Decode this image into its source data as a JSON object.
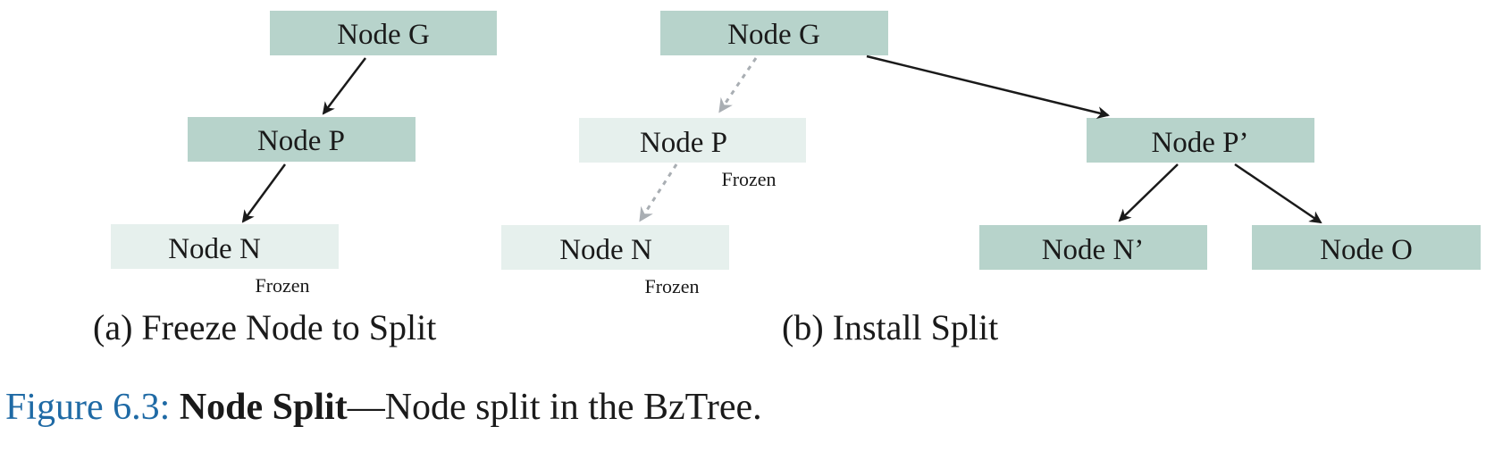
{
  "colors": {
    "node_active": "#b7d3cb",
    "node_frozen": "#e6f0ed",
    "arrow_solid": "#1a1a1a",
    "arrow_dashed": "#a9aeb3",
    "figure_number": "#1f6aa5"
  },
  "panel_a": {
    "caption": "(a) Freeze Node to Split",
    "nodes": {
      "g": "Node G",
      "p": "Node P",
      "n": "Node N"
    },
    "frozen_n": "Frozen"
  },
  "panel_b": {
    "caption": "(b) Install Split",
    "nodes": {
      "g": "Node G",
      "p": "Node P",
      "n": "Node N",
      "p_prime": "Node P’",
      "n_prime": "Node N’",
      "o": "Node O"
    },
    "frozen_p": "Frozen",
    "frozen_n": "Frozen"
  },
  "figure_caption": {
    "number": "Figure 6.3:",
    "title": "Node Split",
    "description": "—Node split in the BzTree."
  }
}
